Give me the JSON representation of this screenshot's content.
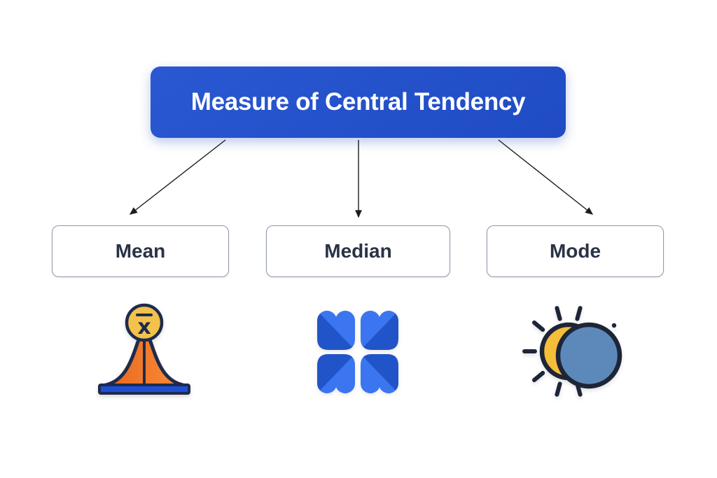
{
  "diagram": {
    "title": "Measure of Central Tendency",
    "nodes": [
      {
        "id": "mean",
        "label": "Mean",
        "icon": "bell-curve-mean-icon"
      },
      {
        "id": "median",
        "label": "Median",
        "icon": "clover-grid-median-icon"
      },
      {
        "id": "mode",
        "label": "Mode",
        "icon": "sun-eclipse-mode-icon"
      }
    ],
    "connections": [
      {
        "from": "title",
        "to": "mean"
      },
      {
        "from": "title",
        "to": "median"
      },
      {
        "from": "title",
        "to": "mode"
      }
    ],
    "mean_icon_symbol": "x̄",
    "colors": {
      "title_bg": "#2251cc",
      "title_text": "#ffffff",
      "node_border": "#9099aa",
      "node_text": "#2a3246",
      "arrow": "#1c1c1c",
      "icon_outline_navy": "#1f2b4c",
      "mean_orange": "#f0731f",
      "mean_gold": "#f3c24b",
      "mean_base_blue": "#1d4fd6",
      "median_blue_dark": "#2254c9",
      "median_blue_light": "#3b76f0",
      "mode_sun_yellow": "#f6bd3a",
      "mode_moon_blue": "#5d89ba"
    }
  }
}
